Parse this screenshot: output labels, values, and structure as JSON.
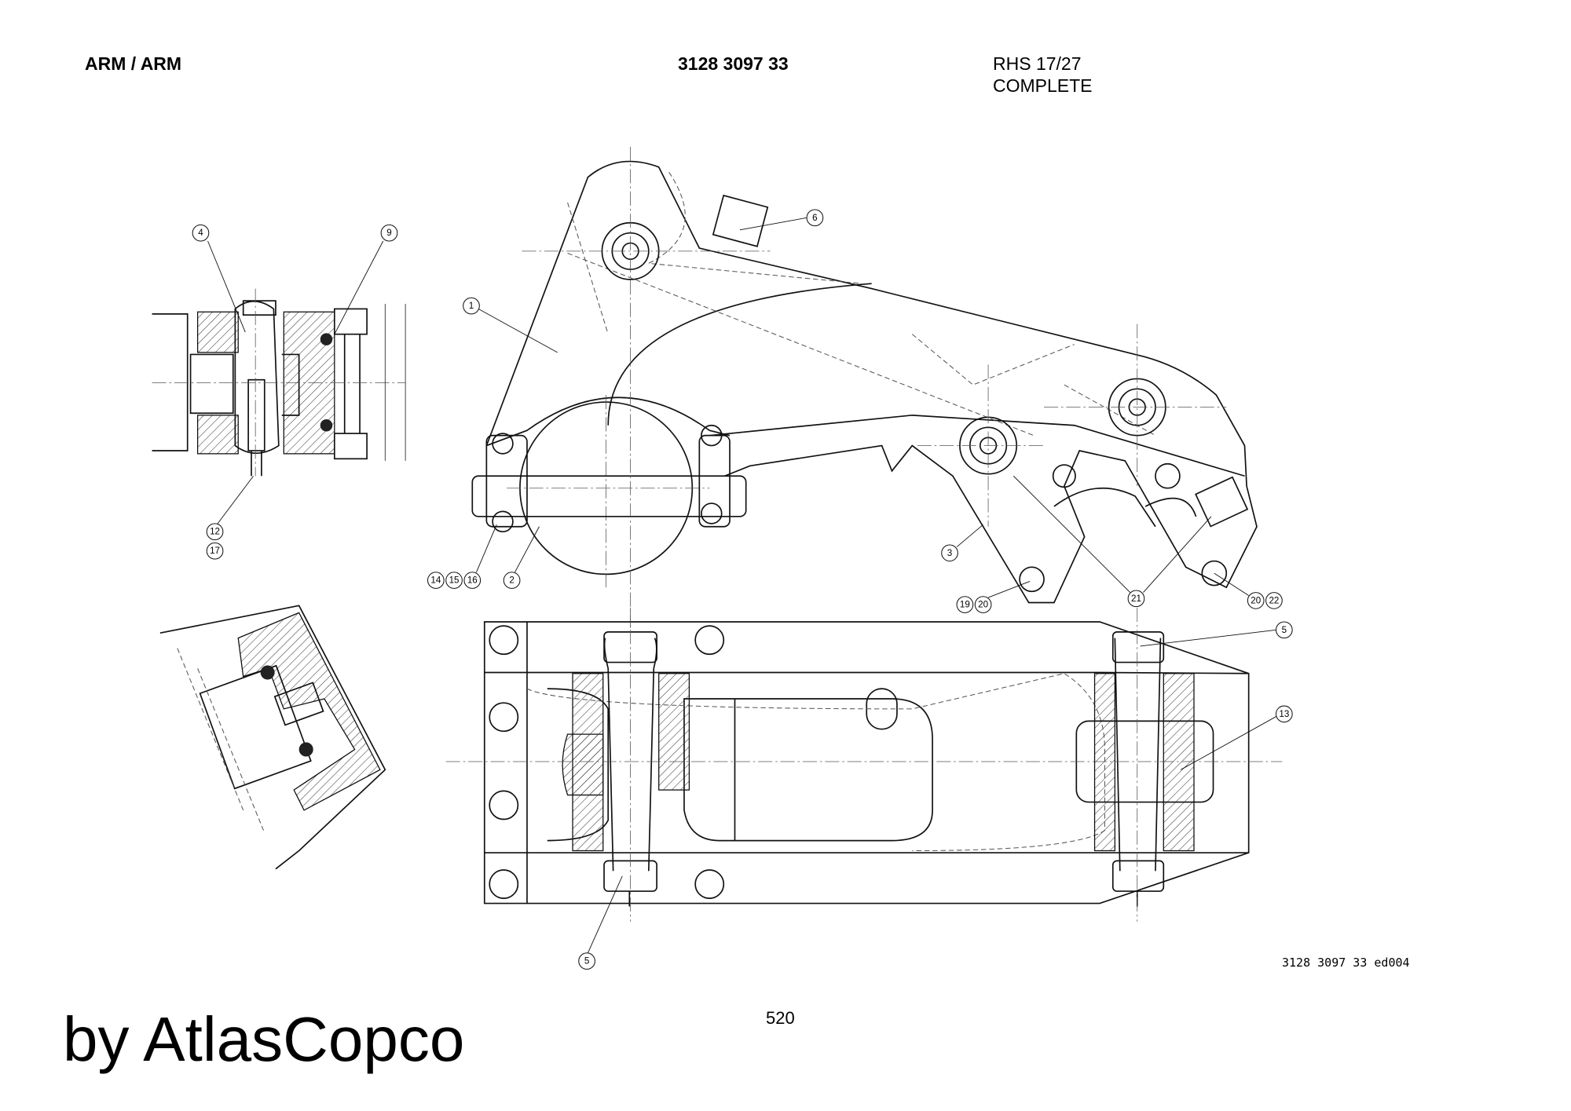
{
  "header": {
    "title": "ARM / ARM",
    "part_number": "3128 3097 33",
    "model": "RHS 17/27",
    "status": "COMPLETE"
  },
  "drawing": {
    "balloons": {
      "b4": "4",
      "b9": "9",
      "b12": "12",
      "b17": "17",
      "b1": "1",
      "b6": "6",
      "b14": "14",
      "b15": "15",
      "b16": "16",
      "b2": "2",
      "b3": "3",
      "b19": "19",
      "b20a": "20",
      "b21": "21",
      "b20b": "20",
      "b22": "22",
      "b5a": "5",
      "b13": "13",
      "b5b": "5"
    },
    "drawing_ref": "3128 3097 33 ed004"
  },
  "footer": {
    "page_number": "520",
    "brand": "by AtlasCopco"
  }
}
